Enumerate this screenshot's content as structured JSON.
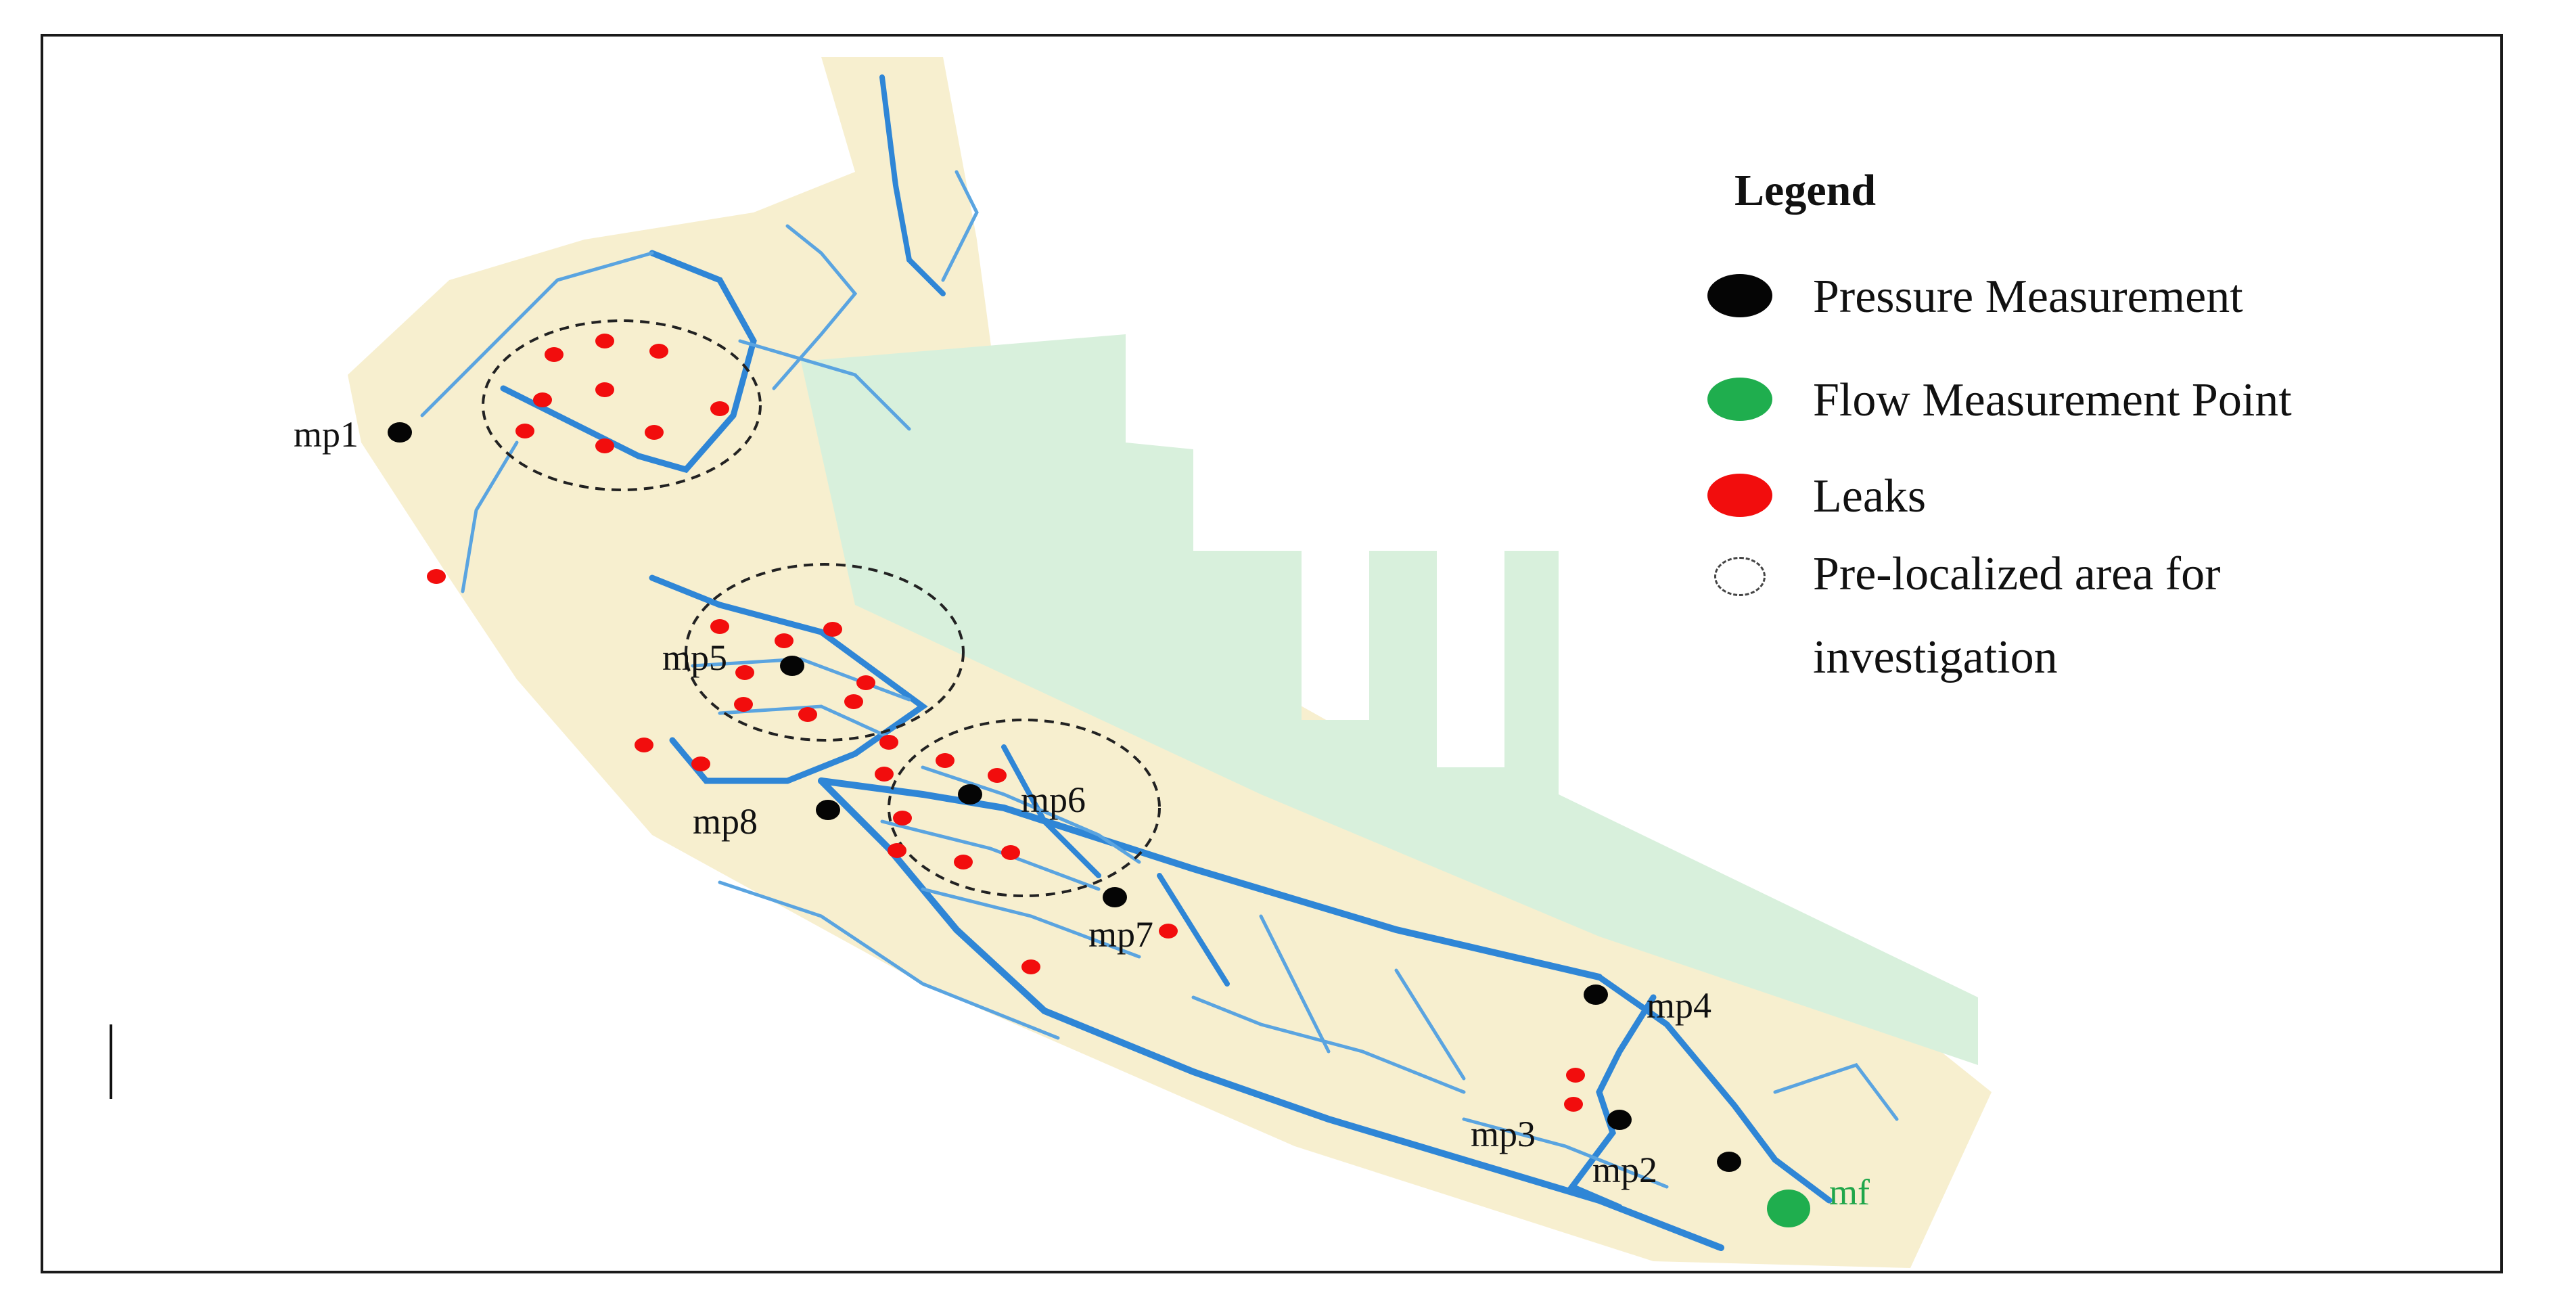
{
  "colors": {
    "pressure": "#050505",
    "flow": "#1fae4e",
    "leak": "#f20d0d",
    "pipe": "#5aa4e0",
    "pipe_main": "#2f86d6",
    "land": "#f7efcf",
    "port": "#d8f0dc"
  },
  "points": {
    "mp1": "mp1",
    "mp2": "mp2",
    "mp3": "mp3",
    "mp4": "mp4",
    "mp5": "mp5",
    "mp6": "mp6",
    "mp7": "mp7",
    "mp8": "mp8",
    "mf": "mf"
  },
  "legend": {
    "title": "Legend",
    "pressure": "Pressure Measurement",
    "flow": "Flow Measurement Point",
    "leaks": "Leaks",
    "area_line1": "Pre-localized area for",
    "area_line2": "investigation"
  }
}
